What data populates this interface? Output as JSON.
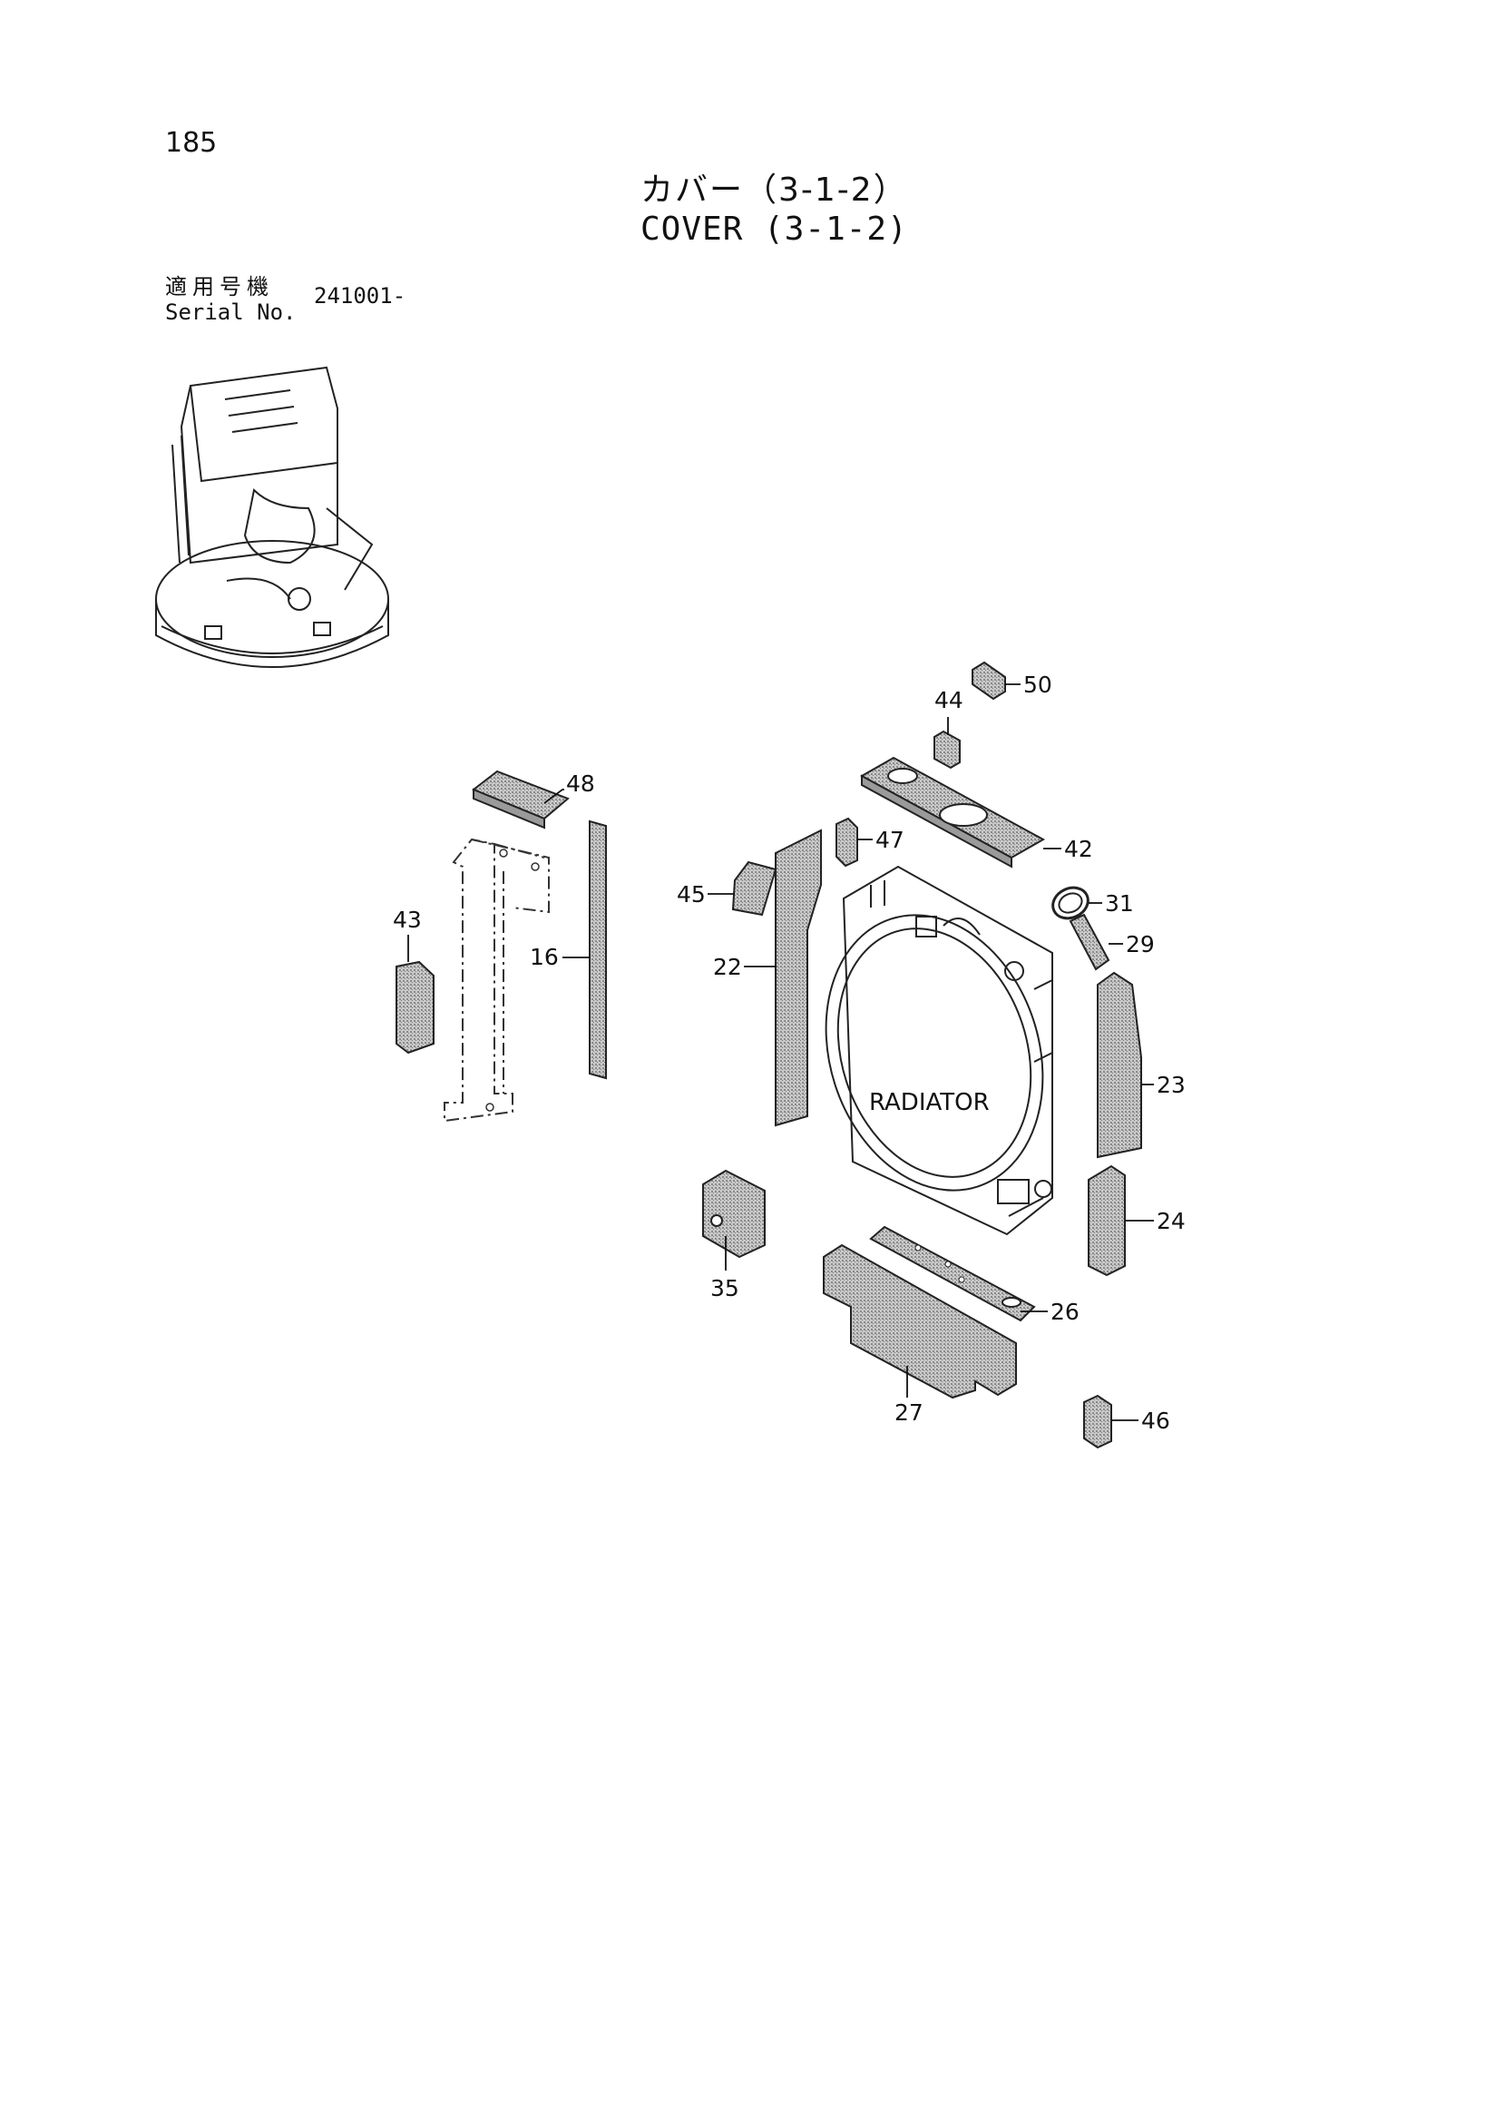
{
  "page_number": "185",
  "title_jp": "カバー（3-1-2）",
  "title_en": "COVER (3-1-2)",
  "serial": {
    "label_jp": "適用号機",
    "label_en": "Serial No.",
    "value": "241001-"
  },
  "diagram": {
    "center_label": "RADIATOR",
    "callouts": {
      "p16": "16",
      "p22": "22",
      "p23": "23",
      "p24": "24",
      "p26": "26",
      "p27": "27",
      "p29": "29",
      "p31": "31",
      "p35": "35",
      "p42": "42",
      "p43": "43",
      "p44": "44",
      "p45": "45",
      "p46": "46",
      "p47": "47",
      "p48": "48",
      "p50": "50"
    }
  }
}
